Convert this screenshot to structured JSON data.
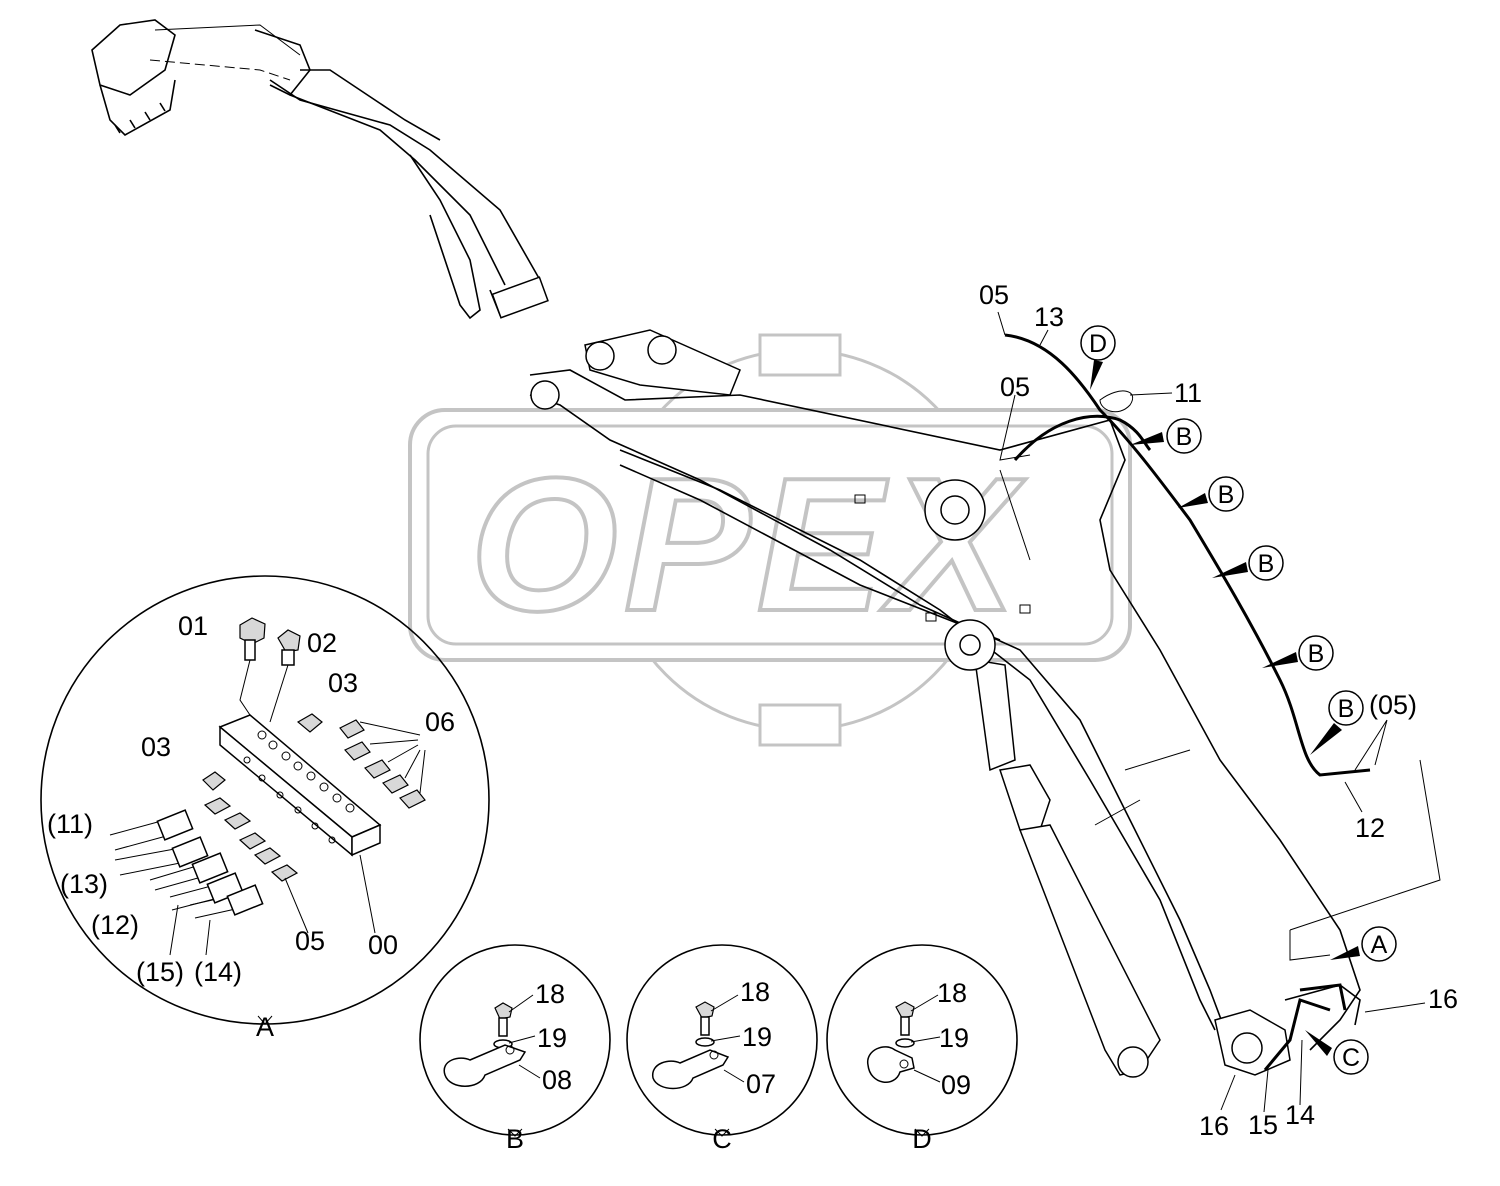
{
  "watermark": {
    "text": "OPEX",
    "color": "#c4c4c4"
  },
  "part_labels": {
    "p05_top": "05",
    "p13": "13",
    "p05_mid": "05",
    "p11": "11",
    "p12": "12",
    "p05_paren": "(05)",
    "p16_right": "16",
    "p16_bottom": "16",
    "p15": "15",
    "p14": "14"
  },
  "callouts": {
    "d_top": "D",
    "b1": "B",
    "b2": "B",
    "b3": "B",
    "b4": "B",
    "b5": "B",
    "a_right": "A",
    "c_right": "C"
  },
  "detail_a": {
    "view_label": "A",
    "labels": {
      "l01": "01",
      "l02": "02",
      "l03_top": "03",
      "l03_left": "03",
      "l06": "06",
      "l11": "(11)",
      "l13": "(13)",
      "l12": "(12)",
      "l15": "(15)",
      "l14": "(14)",
      "l05": "05",
      "l00": "00"
    }
  },
  "detail_b": {
    "view_label": "B",
    "bolt": "18",
    "washer": "19",
    "clamp": "08"
  },
  "detail_c": {
    "view_label": "C",
    "bolt": "18",
    "washer": "19",
    "clamp": "07"
  },
  "detail_d": {
    "view_label": "D",
    "bolt": "18",
    "washer": "19",
    "clamp": "09"
  }
}
